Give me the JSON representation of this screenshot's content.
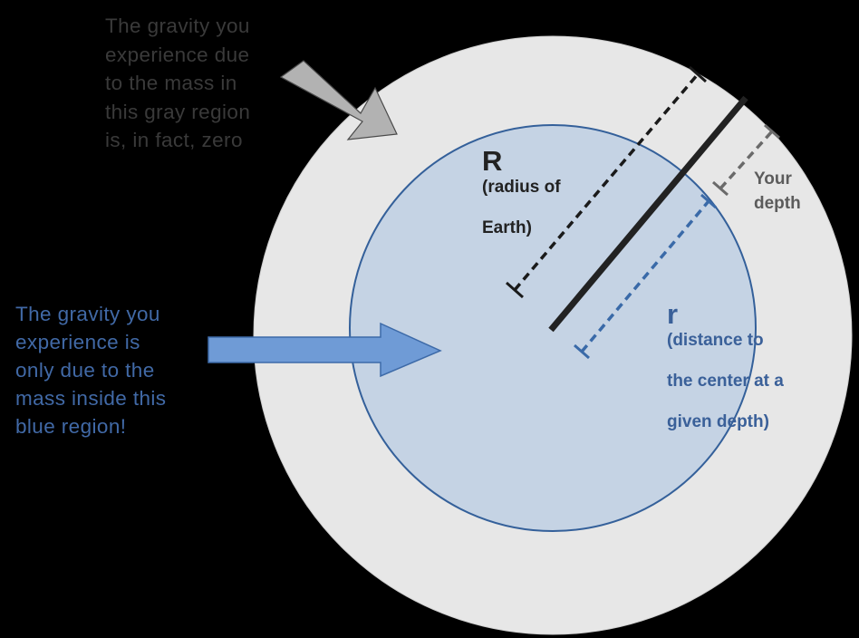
{
  "labels": {
    "gray_region_note": "The gravity you\nexperience due\nto the mass in\nthis gray region\nis, in fact, zero",
    "blue_region_note": "The gravity you\nexperience is\nonly due to the\nmass inside this\nblue region!",
    "earth_radius_symbol": "R",
    "earth_radius_desc_line1": "(radius of",
    "earth_radius_desc_line2": "Earth)",
    "inner_radius_symbol": "r",
    "inner_radius_desc_line1": "(distance to",
    "inner_radius_desc_line2": "the center at a",
    "inner_radius_desc_line3": "given depth)",
    "depth_label": "Your\ndepth"
  },
  "colors": {
    "background": "#000000",
    "outer_region": "#e7e7e7",
    "inner_region": "#c5d3e4",
    "inner_border": "#34609a",
    "arrow_gray": "#b2b2b2",
    "arrow_blue": "#6f9bd6",
    "radius_line": "#222222",
    "inner_radius_line": "#3a6aa8",
    "depth_line": "#6a6a6a"
  }
}
